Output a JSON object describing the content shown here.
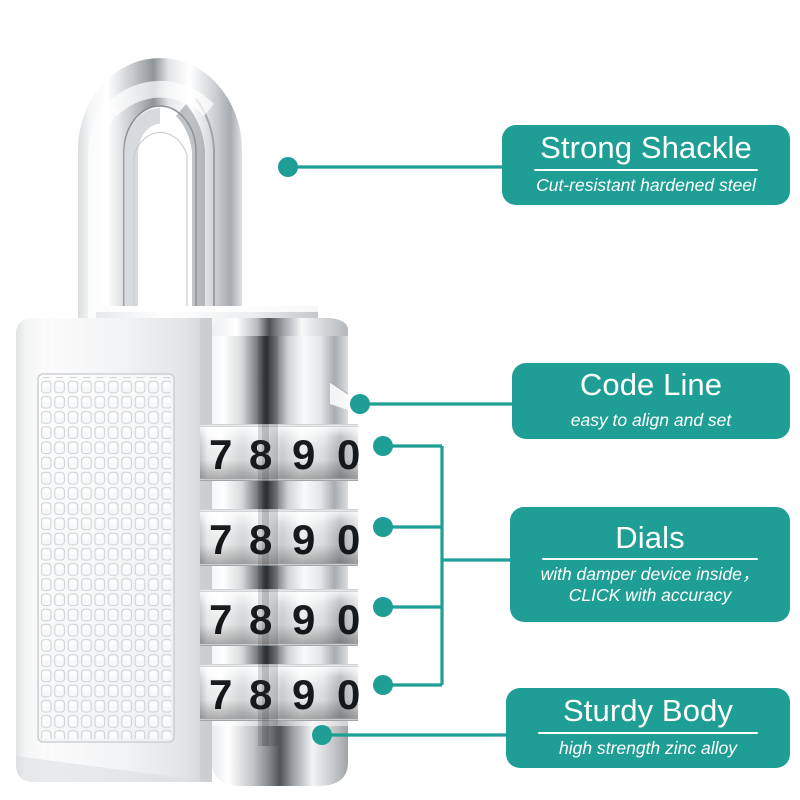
{
  "meta": {
    "subject": "4-digit combination padlock product infographic",
    "background_color": "#ffffff",
    "accent_color": "#1e9e95",
    "accent_color_dark": "#17867f",
    "label_text_color": "#ffffff"
  },
  "product": {
    "name": "combination-padlock",
    "finish": "chrome / polished zinc alloy",
    "dial_count": 4,
    "dial_digits": [
      "7",
      "8",
      "9",
      "0"
    ],
    "dials": [
      {
        "index": 1,
        "digits": [
          "7",
          "8",
          "9",
          "0"
        ]
      },
      {
        "index": 2,
        "digits": [
          "7",
          "8",
          "9",
          "0"
        ]
      },
      {
        "index": 3,
        "digits": [
          "7",
          "8",
          "9",
          "0"
        ]
      },
      {
        "index": 4,
        "digits": [
          "7",
          "8",
          "9",
          "0"
        ]
      }
    ],
    "texture_panel": {
      "columns": 10,
      "rows": 24
    }
  },
  "callouts": [
    {
      "id": "strong-shackle",
      "title": "Strong Shackle",
      "subtitle_lines": [
        "Cut-resistant hardened steel"
      ]
    },
    {
      "id": "code-line",
      "title": "Code Line",
      "subtitle_lines": [
        "easy to align and set"
      ]
    },
    {
      "id": "dials",
      "title": "Dials",
      "subtitle_lines": [
        "with damper device inside，",
        "CLICK with accuracy"
      ]
    },
    {
      "id": "sturdy-body",
      "title": "Sturdy Body",
      "subtitle_lines": [
        "high strength zinc alloy"
      ]
    }
  ]
}
